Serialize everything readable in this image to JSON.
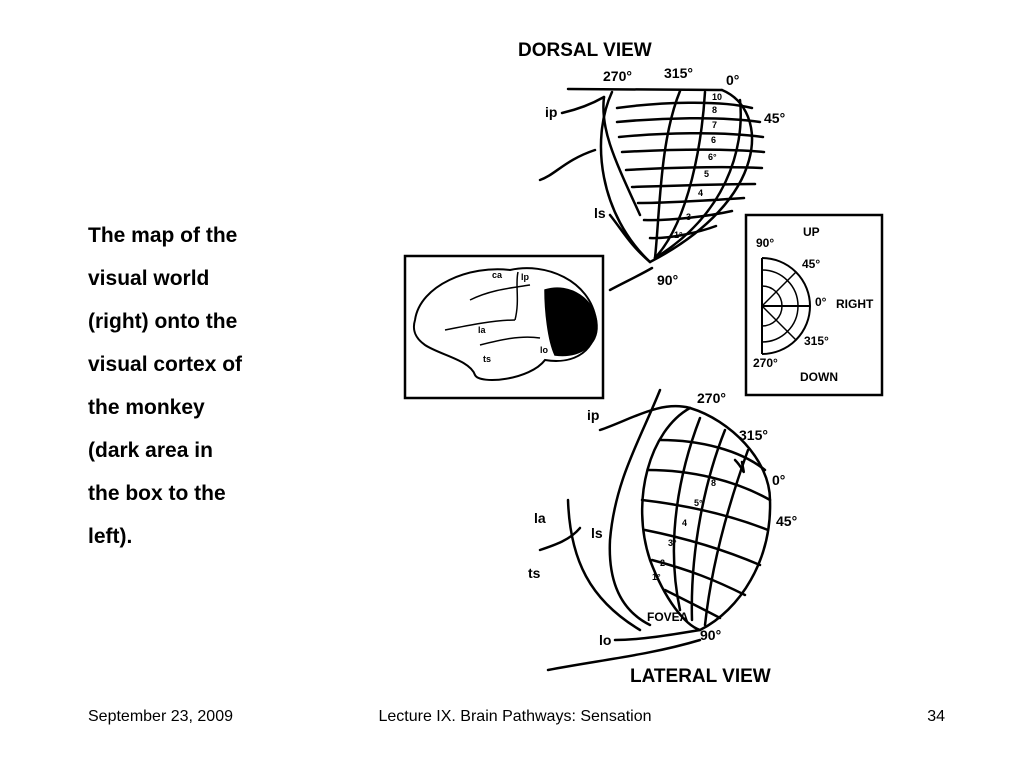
{
  "caption": {
    "lines": [
      "The map of the",
      "visual world",
      "(right) onto the",
      "visual cortex of",
      "the monkey",
      "(dark area in",
      "the box to the",
      "left)."
    ]
  },
  "footer": {
    "date": "September 23, 2009",
    "title": "Lecture IX. Brain Pathways: Sensation",
    "page": "34"
  },
  "figure": {
    "dorsal": {
      "view_title": "DORSAL VIEW",
      "angles": {
        "a270": "270°",
        "a315": "315°",
        "a0": "0°",
        "a45": "45°",
        "a90": "90°"
      },
      "sulci": {
        "ip": "ip",
        "ls": "ls"
      },
      "ecc": [
        "1°",
        "3",
        "4",
        "5",
        "6°",
        "6",
        "7",
        "8",
        "10"
      ]
    },
    "inset_brain": {
      "labels": {
        "ca": "ca",
        "lp": "lp",
        "la": "la",
        "ts": "ts",
        "lo": "lo"
      }
    },
    "inset_field": {
      "up": "UP",
      "down": "DOWN",
      "right": "RIGHT",
      "a90": "90°",
      "a45": "45°",
      "a0": "0°",
      "a315": "315°",
      "a270": "270°"
    },
    "lateral": {
      "view_title": "LATERAL VIEW",
      "angles": {
        "a270": "270°",
        "a315": "315°",
        "a0": "0°",
        "a45": "45°",
        "a90": "90°"
      },
      "sulci": {
        "ip": "ip",
        "la": "la",
        "ls": "ls",
        "ts": "ts",
        "lo": "lo"
      },
      "fovea": "FOVEA",
      "ecc": [
        "8",
        "5°",
        "4",
        "3°",
        "2",
        "1°"
      ]
    }
  }
}
